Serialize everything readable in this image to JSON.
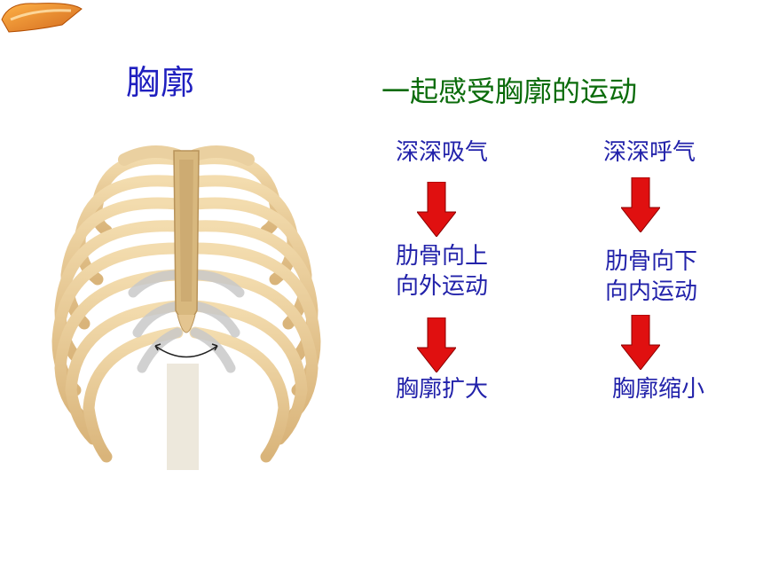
{
  "header": {
    "title": "胸廓",
    "subtitle": "一起感受胸廓的运动"
  },
  "inhale": {
    "label": "深深吸气",
    "rib_motion_line1": "肋骨向上",
    "rib_motion_line2": "向外运动",
    "result": "胸廓扩大"
  },
  "exhale": {
    "label": "深深呼气",
    "rib_motion_line1": "肋骨向下",
    "rib_motion_line2": "向内运动",
    "result": "胸廓缩小"
  },
  "colors": {
    "title": "#1f1fbf",
    "subtitle": "#0a6b0a",
    "body_text": "#2222aa",
    "arrow": "#e01010",
    "bone": "#e8c98f"
  },
  "icons": {
    "arrow": "down-arrow-icon",
    "badge": "corner-badge-icon"
  }
}
